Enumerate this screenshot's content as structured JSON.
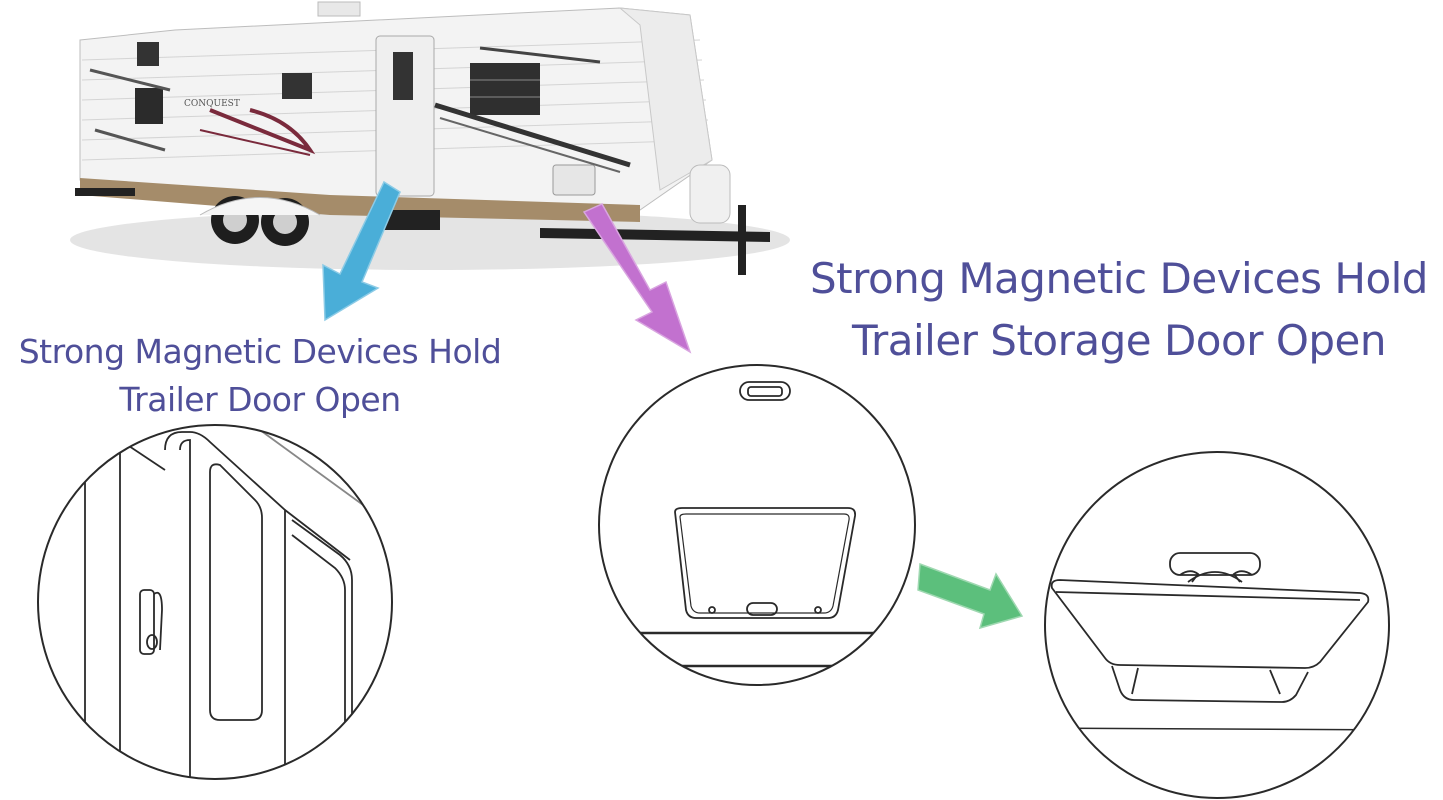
{
  "captions": {
    "door": {
      "line1": "Strong Magnetic Devices Hold",
      "line2": "Trailer Door Open"
    },
    "storage": {
      "line1": "Strong Magnetic Devices Hold",
      "line2": "Trailer Storage Door Open"
    }
  },
  "trailer": {
    "brand_text": "CONQUEST"
  },
  "colors": {
    "caption_text": "#4f4f99",
    "arrow_blue": "#4aaed8",
    "arrow_purple": "#c271cf",
    "arrow_green": "#5cbf7c",
    "line_art": "#2a2a2a",
    "trailer_tan": "#a58c6a",
    "trailer_burgundy": "#7a2a3c"
  }
}
